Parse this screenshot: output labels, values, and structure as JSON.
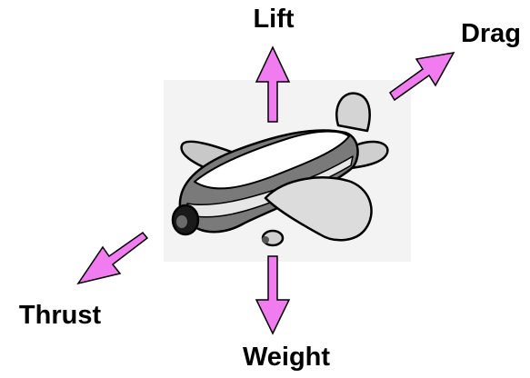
{
  "diagram": {
    "subject": "airplane",
    "arrow_color": "#f07cf0",
    "arrow_outline": "#000000",
    "forces": [
      {
        "id": "lift",
        "label": "Lift"
      },
      {
        "id": "drag",
        "label": "Drag"
      },
      {
        "id": "thrust",
        "label": "Thrust"
      },
      {
        "id": "weight",
        "label": "Weight"
      }
    ]
  }
}
